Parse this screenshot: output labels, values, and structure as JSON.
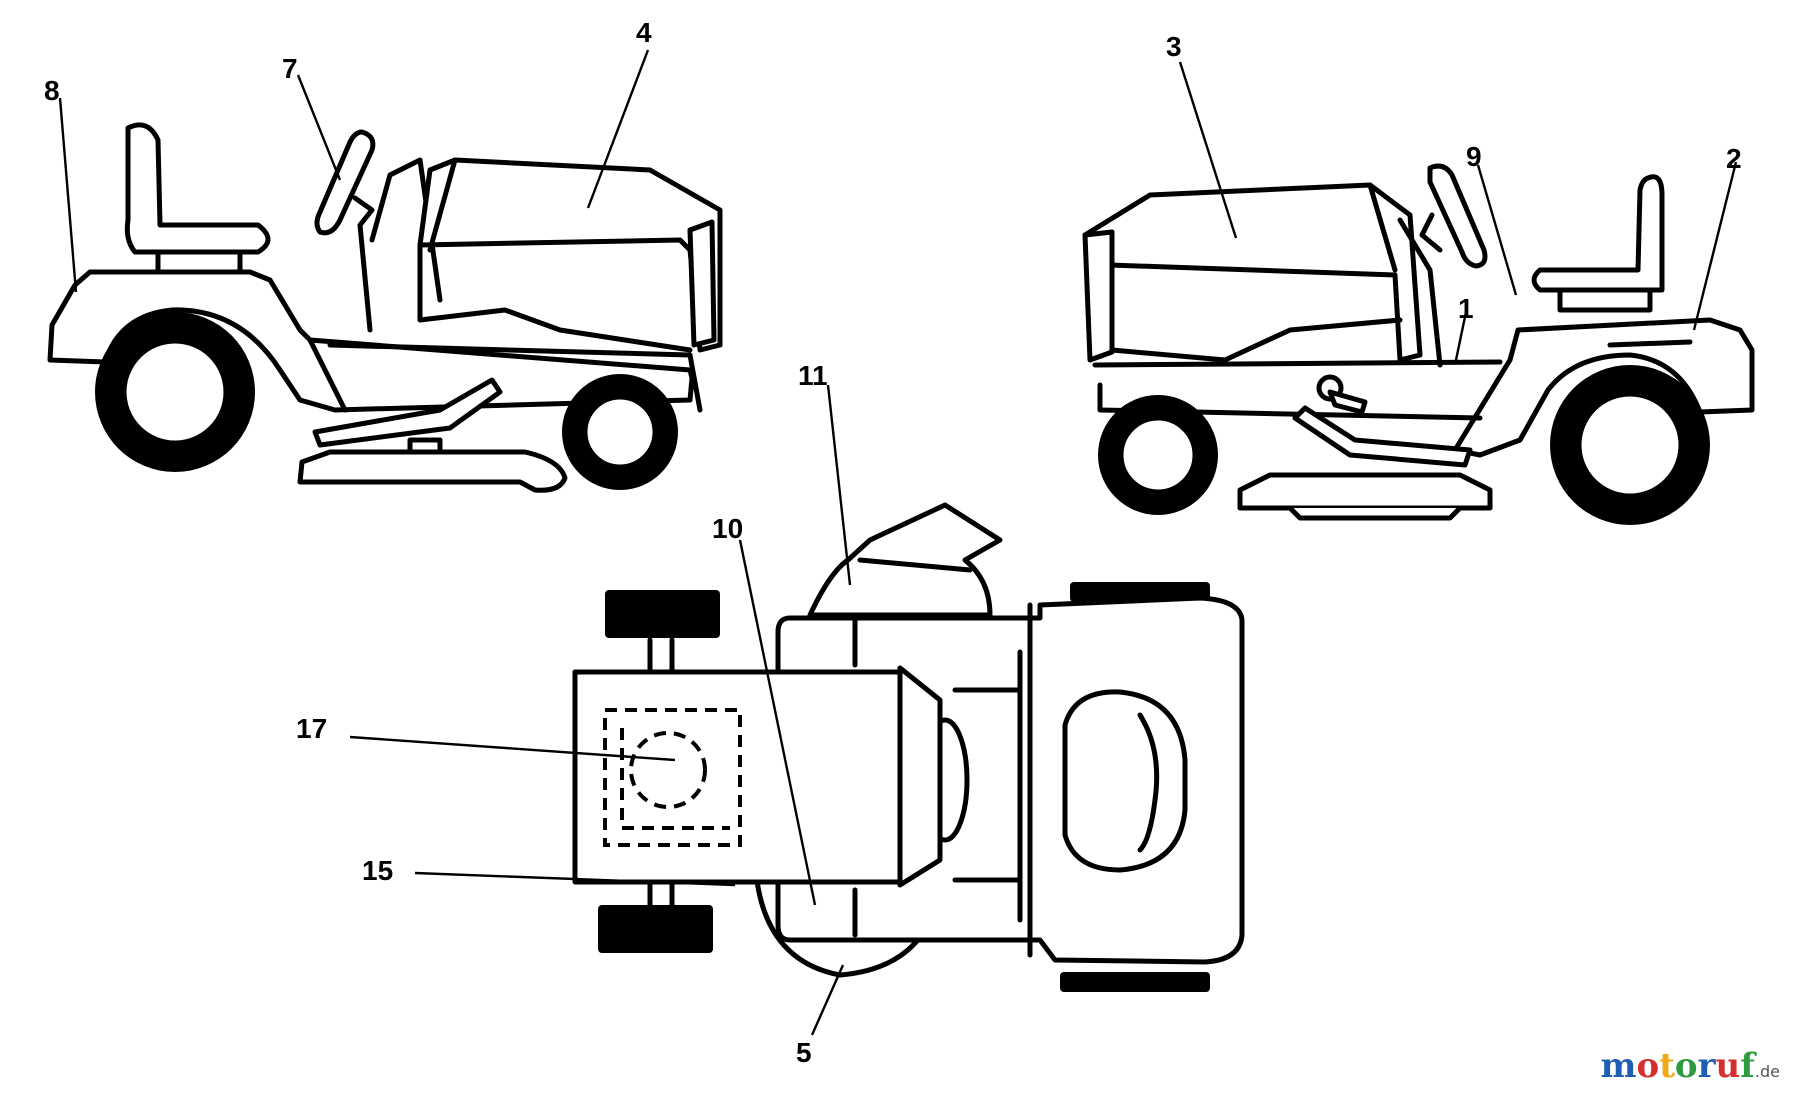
{
  "callouts": {
    "c8": "8",
    "c7": "7",
    "c4": "4",
    "c3": "3",
    "c9": "9",
    "c2": "2",
    "c1": "1",
    "c11": "11",
    "c10": "10",
    "c17": "17",
    "c15": "15",
    "c5": "5"
  },
  "watermark": {
    "letters": [
      "m",
      "o",
      "t",
      "o",
      "r",
      "u",
      "f"
    ],
    "tld": ".de",
    "colors": [
      "#1f5fb3",
      "#d62f2f",
      "#f0a81b",
      "#2e9b3e",
      "#1f5fb3",
      "#d62f2f",
      "#2e9b3e"
    ]
  }
}
